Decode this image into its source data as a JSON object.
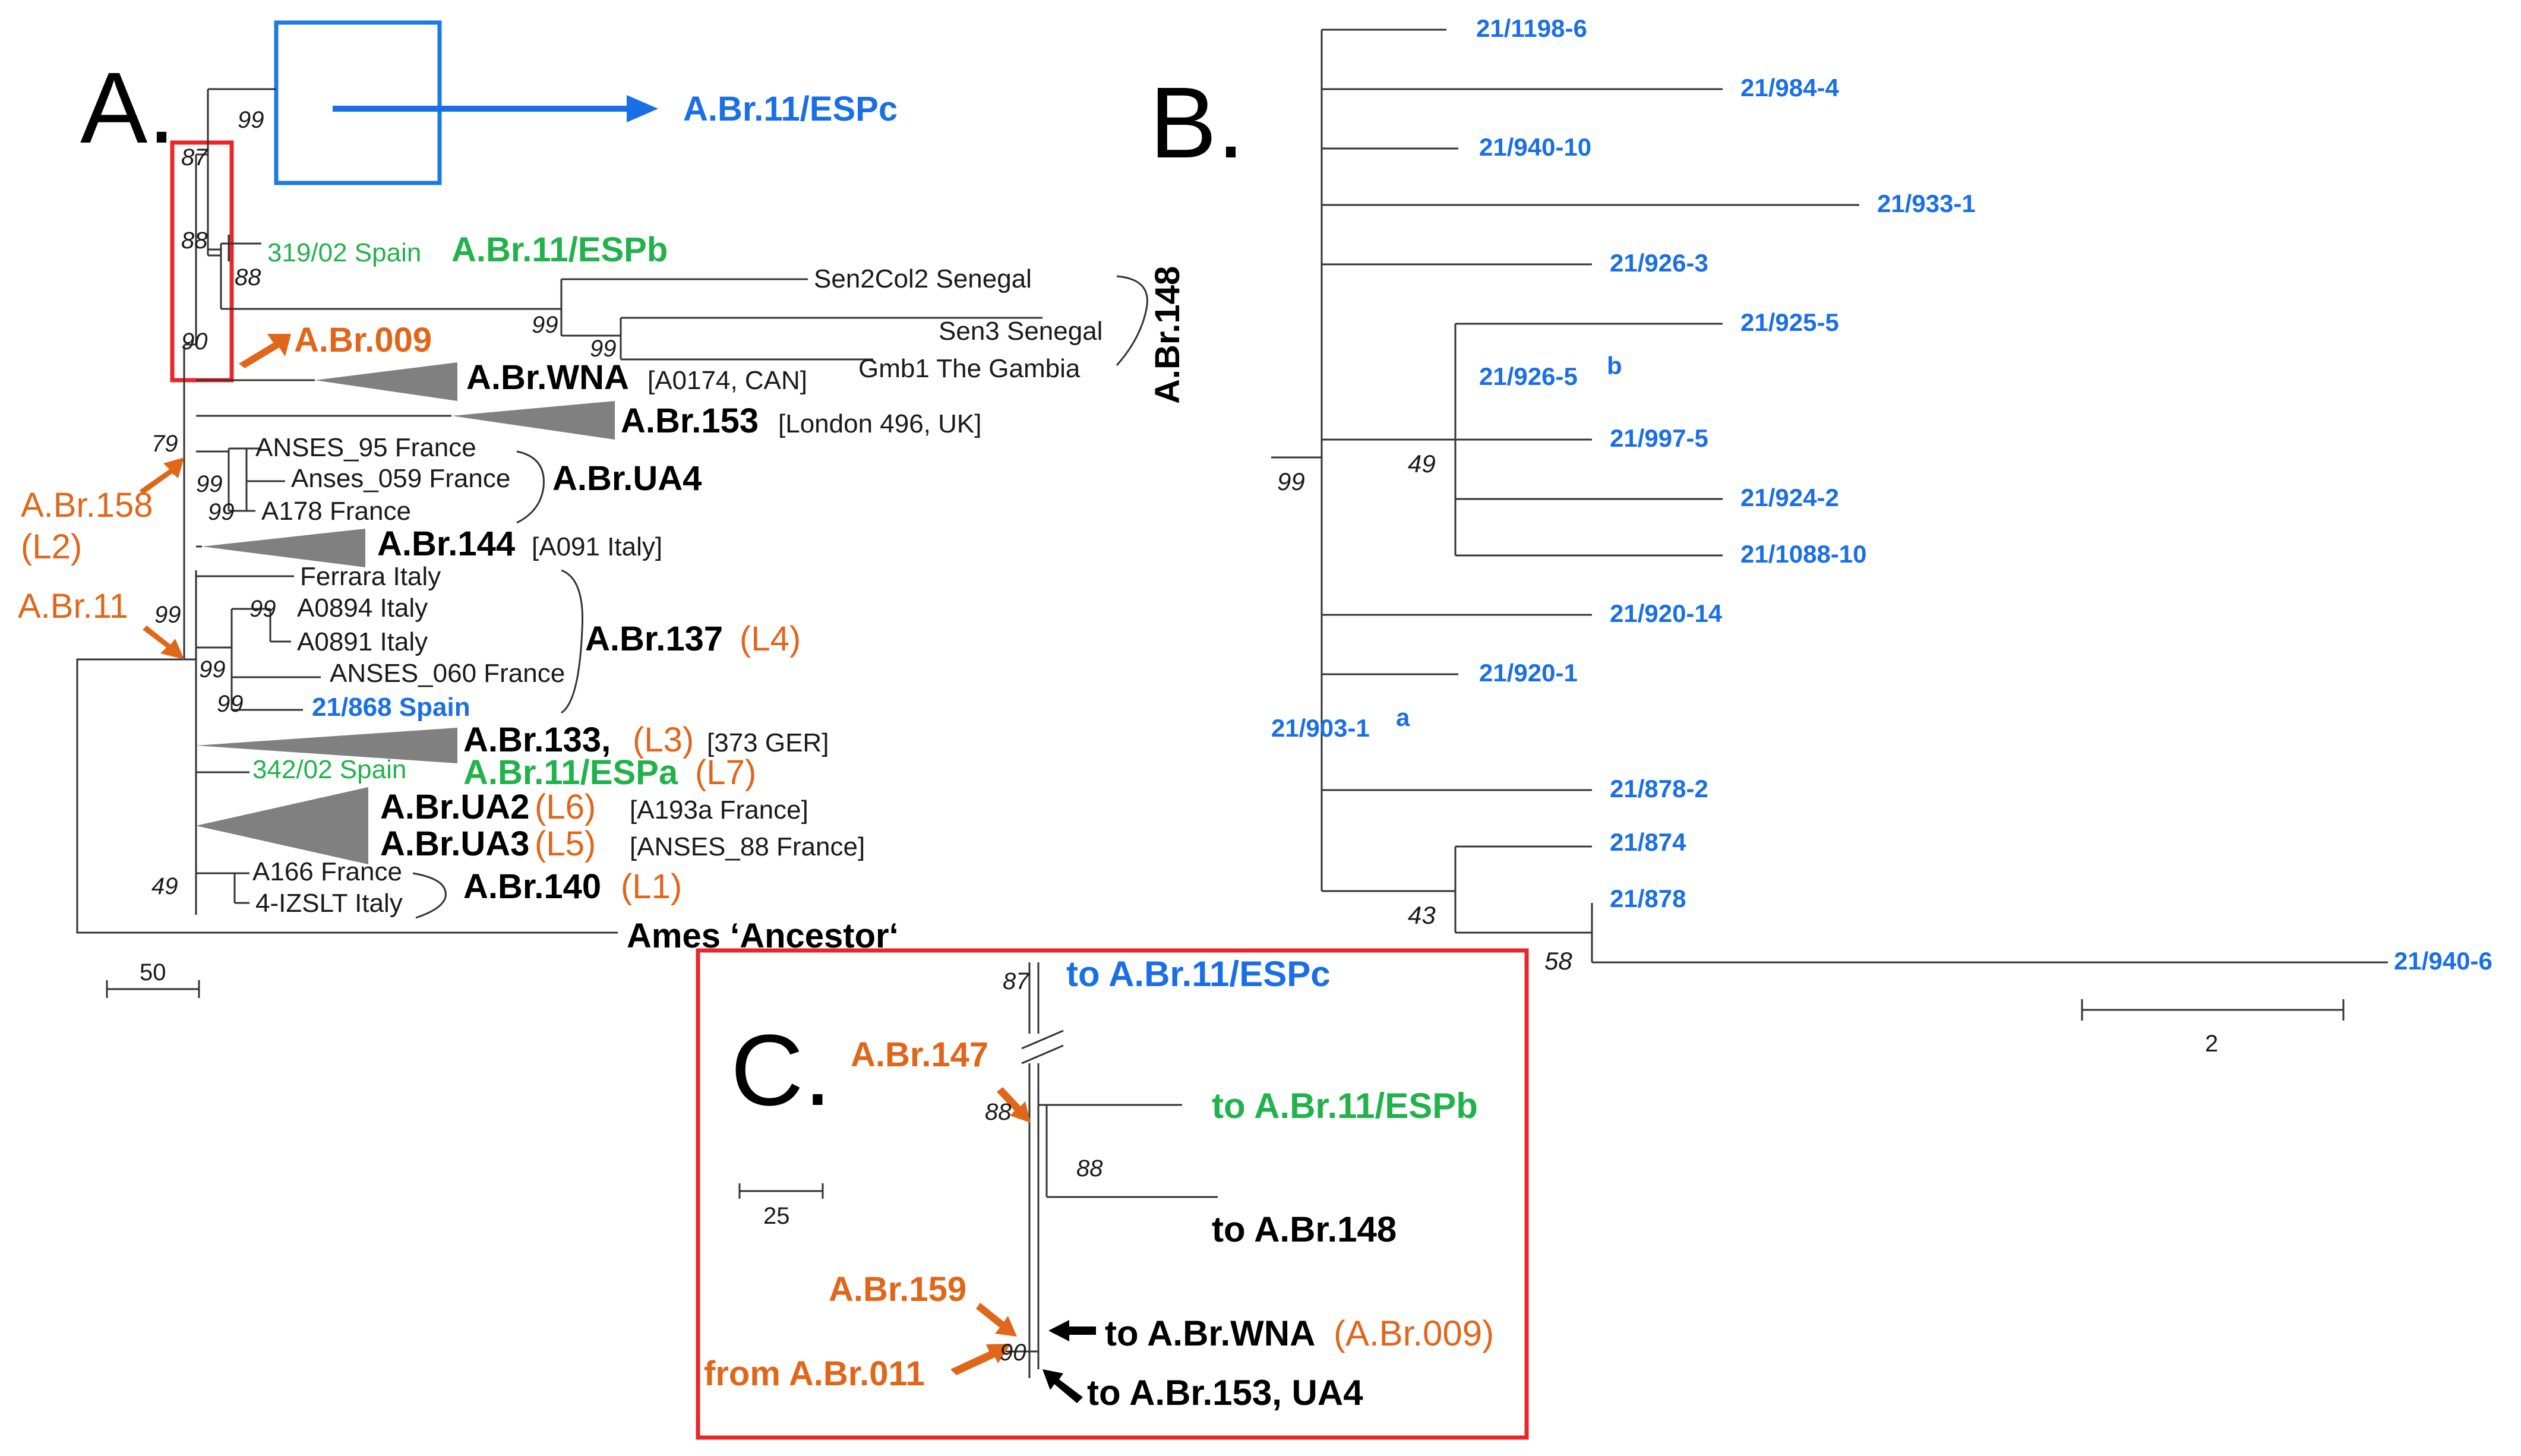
{
  "panels": {
    "a": "A.",
    "b": "B.",
    "c": "C."
  },
  "panel_a": {
    "boot_99_top": "99",
    "boot_87": "87",
    "boot_88_left": "88",
    "boot_88_inner": "88",
    "boot_90": "90",
    "boot_99_sen": "99",
    "boot_99_sen2": "99",
    "boot_79": "79",
    "boot_99_ua4a": "99",
    "boot_99_ua4b": "99",
    "boot_99_137a": "99",
    "boot_99_137b": "99",
    "boot_99_137c": "99",
    "boot_99_137d": "99",
    "boot_49": "49",
    "espc_label": "A.Br.11/ESPc",
    "espb_taxon": "319/02 Spain",
    "espb_label": "A.Br.11/ESPb",
    "sen2": "Sen2Col2 Senegal",
    "sen3": "Sen3 Senegal",
    "gmb1": "Gmb1 The Gambia",
    "abr148": "A.Br.148",
    "abr009": "A.Br.009",
    "wna": "A.Br.WNA",
    "wna_note": "[A0174, CAN]",
    "abr153": "A.Br.153",
    "abr153_note": "[London 496, UK]",
    "anses95": "ANSES_95 France",
    "anses059": "Anses_059 France",
    "a178": "A178 France",
    "ua4": "A.Br.UA4",
    "abr158": "A.Br.158",
    "l2": "(L2)",
    "abr144": "A.Br.144",
    "abr144_note": "[A091 Italy]",
    "ferrara": "Ferrara Italy",
    "a0894": "A0894 Italy",
    "a0891": "A0891 Italy",
    "anses060": "ANSES_060 France",
    "sp868": "21/868 Spain",
    "abr11": "A.Br.11",
    "abr137": "A.Br.137",
    "l4": "(L4)",
    "abr133": "A.Br.133,",
    "l3": "(L3)",
    "abr133_note": "[373 GER]",
    "sp342": "342/02 Spain",
    "espa": "A.Br.11/ESPa",
    "l7": "(L7)",
    "ua2": "A.Br.UA2",
    "l6": "(L6)",
    "ua2_note": "[A193a France]",
    "ua3": "A.Br.UA3",
    "l5": "(L5)",
    "ua3_note": "[ANSES_88 France]",
    "a166": "A166 France",
    "izslt": "4-IZSLT Italy",
    "abr140": "A.Br.140",
    "l1": "(L1)",
    "ames": "Ames ‘Ancestor‘",
    "scale": "50"
  },
  "panel_b": {
    "leaves": [
      "21/1198-6",
      "21/984-4",
      "21/940-10",
      "21/933-1",
      "21/926-3",
      "21/925-5",
      "21/926-5",
      "21/997-5",
      "21/924-2",
      "21/1088-10",
      "21/920-14",
      "21/920-1",
      "21/903-1",
      "21/878-2",
      "21/874",
      "21/878",
      "21/940-6"
    ],
    "sup_a": "a",
    "sup_b": "b",
    "boot_99": "99",
    "boot_49": "49",
    "boot_43": "43",
    "boot_58": "58",
    "scale": "2"
  },
  "panel_c": {
    "boot_87": "87",
    "boot_88_left": "88",
    "boot_88_right": "88",
    "boot_90": "90",
    "to_espc": "to A.Br.11/ESPc",
    "abr147": "A.Br.147",
    "to_espb": "to A.Br.11/ESPb",
    "scale": "25",
    "to_148": "to A.Br.148",
    "abr159": "A.Br.159",
    "to_wna": "to A.Br.WNA",
    "wna_009": "(A.Br.009)",
    "from_011": "from A.Br.011",
    "to_153": "to A.Br.153, UA4"
  },
  "colors": {
    "blue": "#1a6fe6",
    "green": "#22b24c",
    "orange": "#e0661a",
    "red_box": "#e8272a",
    "blue_box": "#1a7ae6"
  }
}
